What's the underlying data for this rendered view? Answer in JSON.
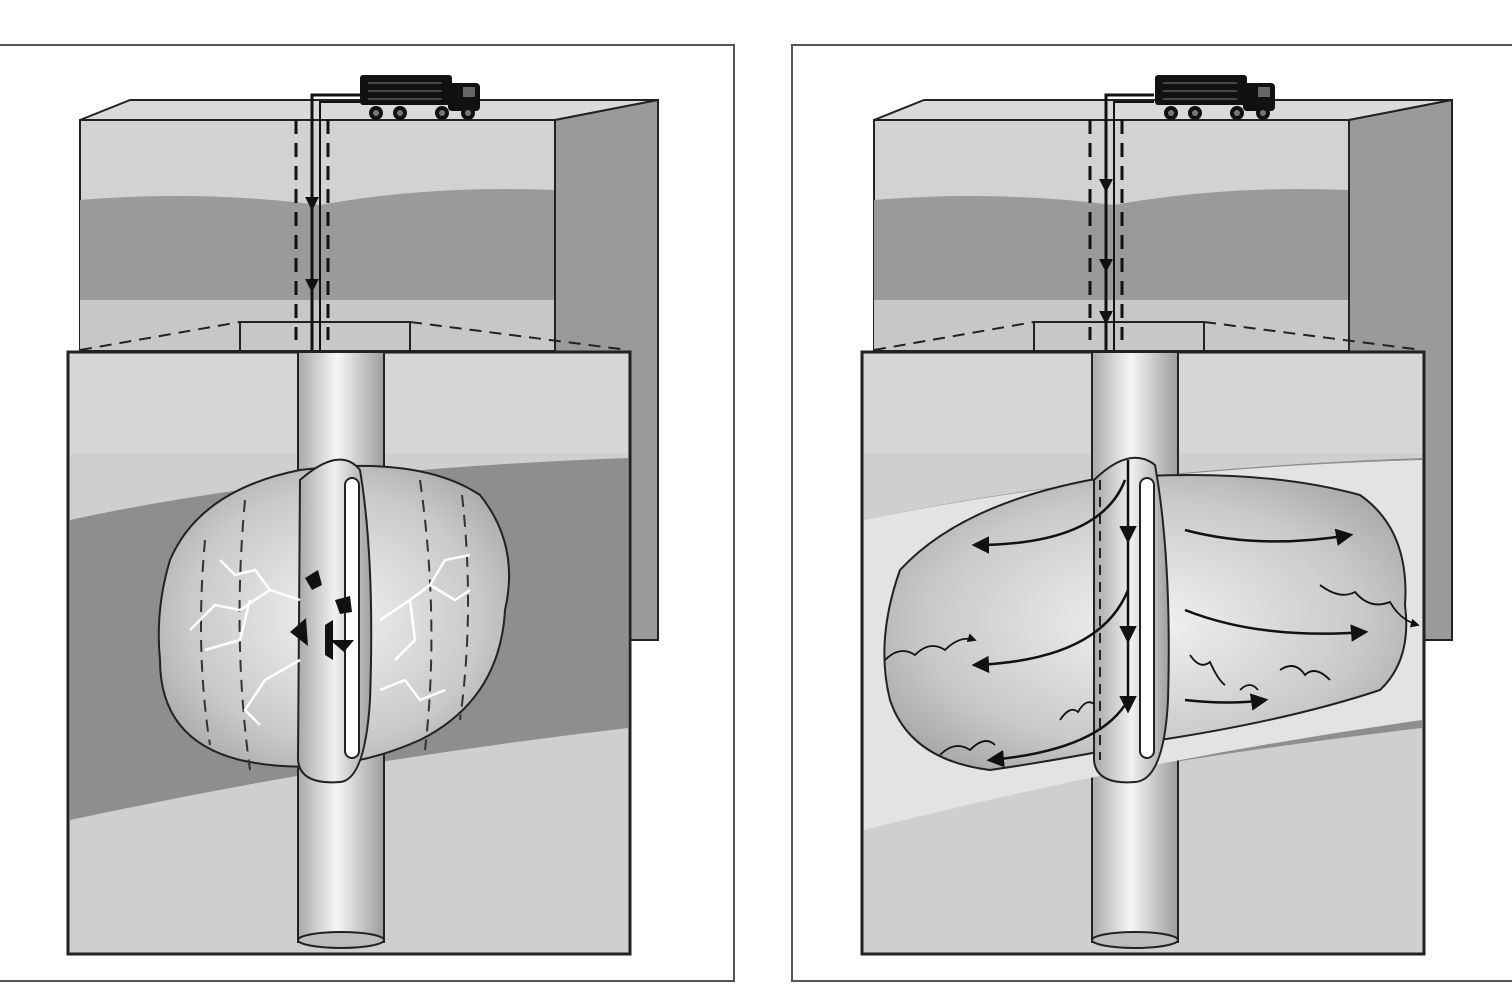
{
  "figure": {
    "panel_count": 2,
    "panels": [
      {
        "id": "left",
        "depicts": [
          "truck-icon",
          "surface-strata",
          "wellbore",
          "fracture-zone",
          "perforation-arrows",
          "micro-fractures"
        ]
      },
      {
        "id": "right",
        "depicts": [
          "truck-icon",
          "surface-strata",
          "wellbore",
          "fracture-zone",
          "flow-arrows",
          "wavy-cracks"
        ]
      }
    ],
    "colors": {
      "background": "#ffffff",
      "frame": "#555555",
      "ink": "#111111",
      "stratum_light": "#cfcfcf",
      "stratum_mid": "#a5a5a5",
      "stratum_dark": "#8c8c8c",
      "side_face": "#9a9a9a",
      "pipe_light": "#f4f4f4",
      "pipe_dark": "#b5b5b5",
      "cavity": "#d9d9d9",
      "fracture_lines": "#ffffff"
    }
  }
}
